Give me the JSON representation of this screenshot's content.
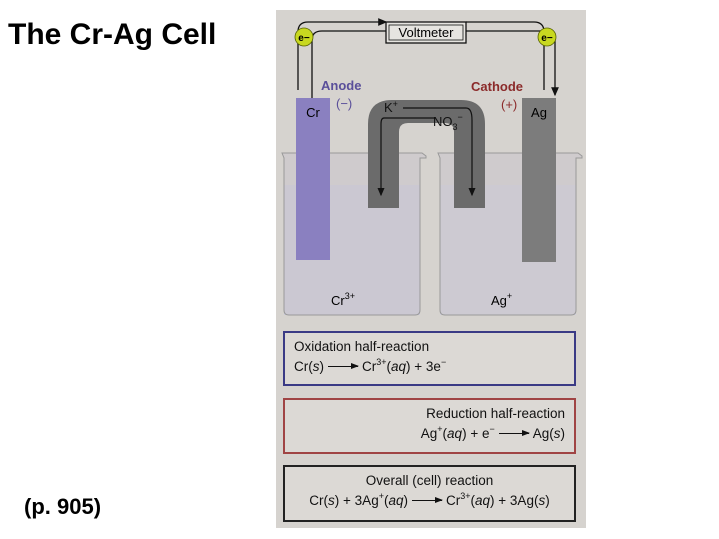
{
  "slide": {
    "title": "The Cr-Ag Cell",
    "page_ref": "(p. 905)"
  },
  "diagram": {
    "voltmeter": "Voltmeter",
    "electron": "e−",
    "anode": {
      "label": "Anode",
      "sign": "(−)",
      "metal": "Cr",
      "ion": "Cr",
      "ion_charge": "3+"
    },
    "cathode": {
      "label": "Cathode",
      "sign": "(+)",
      "metal": "Ag",
      "ion": "Ag",
      "ion_charge": "+"
    },
    "salt_bridge": {
      "cation": "K",
      "cation_charge": "+",
      "anion": "NO",
      "anion_sub": "3",
      "anion_charge": "−"
    },
    "colors": {
      "anode": "#5a4f9a",
      "cathode": "#8b2a2a",
      "electron": "#c8d820",
      "cr_electrode": "#8a80c0",
      "ag_electrode": "#7c7c7c",
      "bridge": "#6b6b6b"
    }
  },
  "reactions": {
    "oxidation": {
      "title": "Oxidation half-reaction",
      "lhs": "Cr(",
      "s": "s",
      "close": ")",
      "rhs1": "Cr",
      "charge": "3+",
      "rhs2": "(",
      "aq": "aq",
      "rhs3": ") + 3e",
      "e_charge": "−"
    },
    "reduction": {
      "title": "Reduction half-reaction",
      "lhs1": "Ag",
      "charge": "+",
      "lhs2": "(",
      "aq": "aq",
      "lhs3": ") + e",
      "e_charge": "−",
      "rhs1": "Ag(",
      "s": "s",
      "rhs2": ")"
    },
    "overall": {
      "title": "Overall (cell) reaction",
      "a1": "Cr(",
      "s": "s",
      "a2": ") + 3Ag",
      "ag_charge": "+",
      "a3": "(",
      "aq": "aq",
      "a4": ")",
      "b1": "Cr",
      "cr_charge": "3+",
      "b2": "(",
      "b3": ") + 3Ag(",
      "b4": ")"
    }
  }
}
